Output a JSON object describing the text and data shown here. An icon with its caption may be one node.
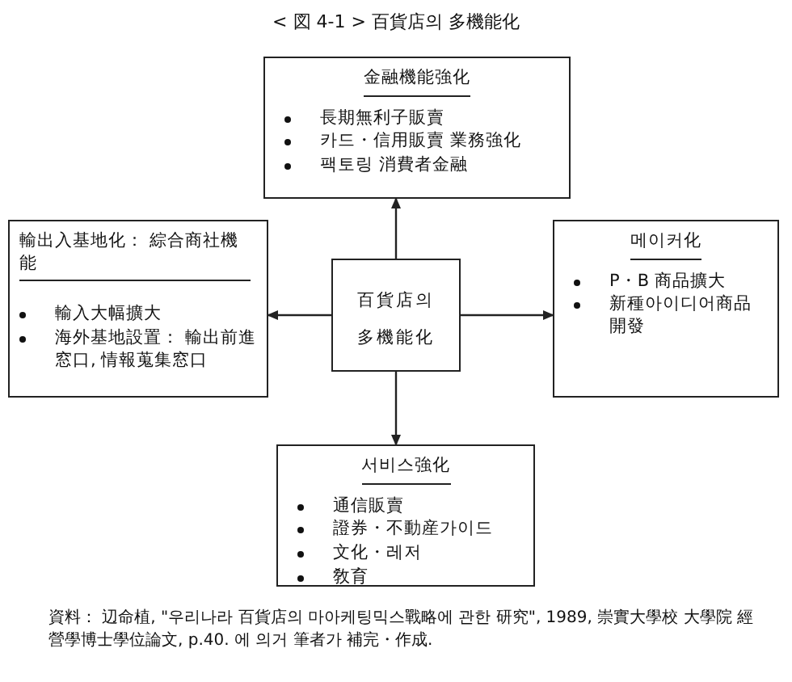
{
  "diagram": {
    "title": "< 図 4-1 > 百貨店의 多機能化",
    "nodes": [
      {
        "text": [
          "百貨店의 多機能化"
        ]
      },
      {
        "text": [
          "金融機能強化",
          "長期無利子販賣",
          "카드・信用販賣 業務強化",
          "팩토링 消費者金融"
        ]
      },
      {
        "text": [
          "輸出入基地化： 綜合商社機能",
          "輸入大幅擴大",
          "海外基地設置： 輸出前進窓口, 情報蒐集窓口"
        ]
      },
      {
        "text": [
          "메이커化",
          "P・B 商品擴大",
          "新種아이디어商品開發"
        ]
      },
      {
        "text": [
          "서비스強化",
          "通信販賣",
          "證券・不動産가이드",
          "文化・레저",
          "敎育"
        ]
      }
    ],
    "edges": [
      {
        "from": 0,
        "to": 1,
        "arrow": "to"
      },
      {
        "from": 0,
        "to": 2,
        "arrow": "to"
      },
      {
        "from": 0,
        "to": 3,
        "arrow": "to"
      },
      {
        "from": 0,
        "to": 4,
        "arrow": "to"
      }
    ],
    "caption": "資料： 辺命植, \"우리나라 百貨店의 마아케팅믹스戰略에 관한 研究\", 1989, 崇實大學校 大學院 經營學博士學位論文, p.40. 에 의거 筆者가 補完・作成."
  }
}
